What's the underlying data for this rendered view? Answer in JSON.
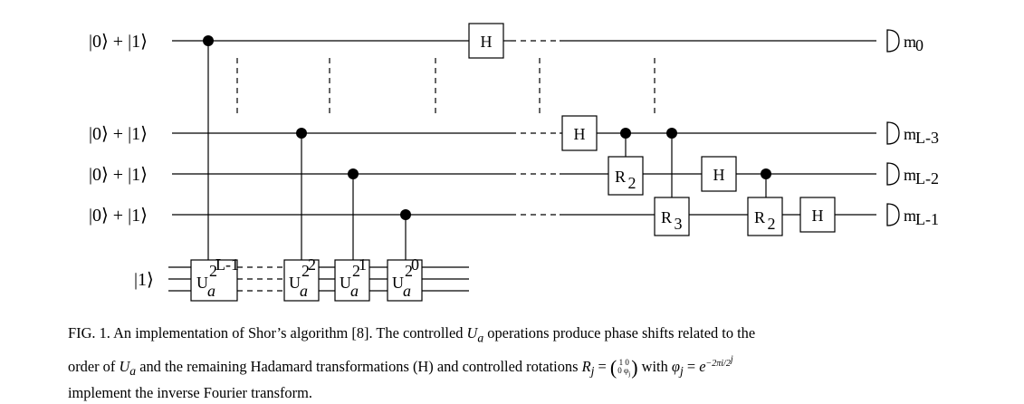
{
  "inputs": {
    "q0": "|0⟩ + |1⟩",
    "q1": "|0⟩ + |1⟩",
    "q2": "|0⟩ + |1⟩",
    "q3": "|0⟩ + |1⟩",
    "target": "|1⟩"
  },
  "gates": {
    "h_top": "H",
    "h_q1": "H",
    "h_q2": "H",
    "h_q3": "H",
    "r2_a": "R",
    "r2_a_sub": "2",
    "r3": "R",
    "r3_sub": "3",
    "r2_b": "R",
    "r2_b_sub": "2"
  },
  "unitaries": {
    "base": "U",
    "sub": "a",
    "exp_base": "2",
    "exp_0": "L-1",
    "exp_1": "2",
    "exp_2": "1",
    "exp_3": "0"
  },
  "measurements": {
    "m0": "m",
    "m0_sub": "0",
    "m1": "m",
    "m1_sub": "L-3",
    "m2": "m",
    "m2_sub": "L-2",
    "m3": "m",
    "m3_sub": "L-1"
  },
  "caption": {
    "line1": "FIG. 1.  An implementation of Shor’s algorithm [8].  The controlled ",
    "ua1": "U",
    "ua1_sub": "a",
    "line1b": " operations produce phase shifts related to the",
    "line2a": "order of ",
    "ua2": "U",
    "ua2_sub": "a",
    "line2b": " and the remaining Hadamard transformations (H) and controlled rotations ",
    "rj": "R",
    "rj_sub": "j",
    "eq": " = ",
    "mat_row1": "1 0",
    "mat_row2": "0 φ",
    "mat_row2_sub": "j",
    "with": " with ",
    "phi": "φ",
    "phi_sub": "j",
    "eq2": " = ",
    "e": "e",
    "exp": "−2πi/2",
    "exp_sup": "j",
    "line3": "implement the inverse Fourier transform."
  }
}
